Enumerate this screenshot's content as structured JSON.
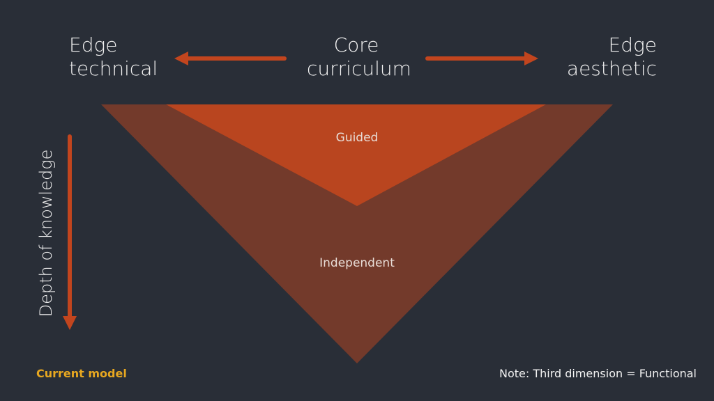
{
  "header": {
    "left": [
      "Edge",
      "technical"
    ],
    "center": [
      "Core",
      "curriculum"
    ],
    "right": [
      "Edge",
      "aesthetic"
    ]
  },
  "diagram": {
    "inner_label": "Guided",
    "outer_label": "Independent",
    "axis_label": "Depth of knowledge"
  },
  "footer": {
    "model_label": "Current model",
    "note": "Note: Third dimension = Functional"
  },
  "colors": {
    "background": "#292e37",
    "arrow": "#c2451e",
    "outer_triangle": "#733a2b",
    "inner_triangle": "#b9451f",
    "model_label": "#e8a820"
  }
}
